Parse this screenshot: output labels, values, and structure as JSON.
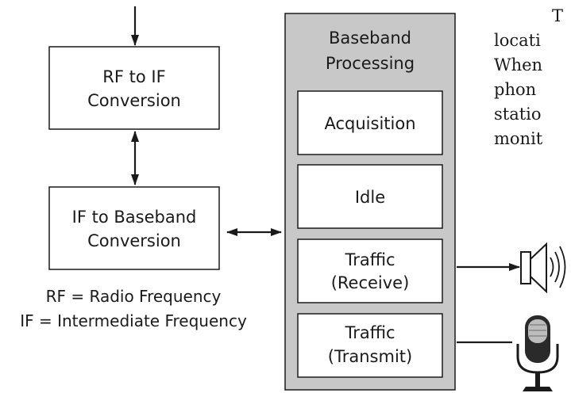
{
  "left_blocks": {
    "rf_to_if": {
      "line1": "RF to IF",
      "line2": "Conversion"
    },
    "if_to_baseband": {
      "line1": "IF to Baseband",
      "line2": "Conversion"
    }
  },
  "baseband": {
    "title_line1": "Baseband",
    "title_line2": "Processing",
    "states": {
      "acquisition": "Acquisition",
      "idle": "Idle",
      "traffic_receive": {
        "line1": "Traffic",
        "line2": "(Receive)"
      },
      "traffic_transmit": {
        "line1": "Traffic",
        "line2": "(Transmit)"
      }
    }
  },
  "legend": {
    "rf": "RF = Radio Frequency",
    "if": "IF = Intermediate Frequency"
  },
  "paragraph_fragment": [
    "T",
    "locati",
    "When",
    "phon",
    "statio",
    "monit"
  ],
  "icons": [
    "speaker-icon",
    "microphone-icon"
  ],
  "colors": {
    "baseband_fill": "#c8c8c8",
    "line": "#1a1a1a"
  }
}
